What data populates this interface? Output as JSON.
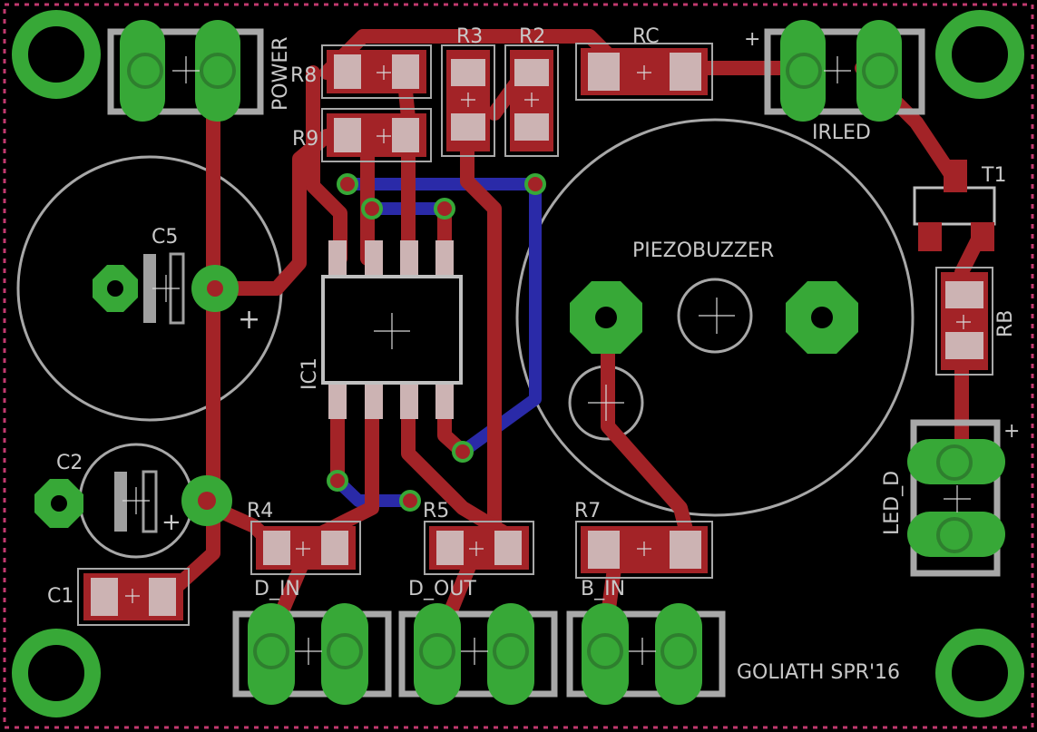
{
  "board": {
    "colors": {
      "background": "#000000",
      "outline": "#c0396e",
      "top_copper": "#a32327",
      "bottom_copper": "#2a2aa8",
      "pads": "#37a837",
      "silkscreen": "#a8a8a8",
      "smd_pad": "#ccb3b3"
    },
    "labels": {
      "power": "POWER",
      "r8": "R8",
      "r9": "R9",
      "r3": "R3",
      "r2": "R2",
      "rc": "RC",
      "irled": "IRLED",
      "t1": "T1",
      "rb": "RB",
      "piezo": "PIEZOBUZZER",
      "c5": "C5",
      "ic1": "IC1",
      "c2": "C2",
      "c1": "C1",
      "r4": "R4",
      "r5": "R5",
      "r7": "R7",
      "led_d": "LED_D",
      "d_in": "D_IN",
      "d_out": "D_OUT",
      "b_in": "B_IN",
      "footer": "GOLIATH SPR'16",
      "plus": "+"
    }
  }
}
